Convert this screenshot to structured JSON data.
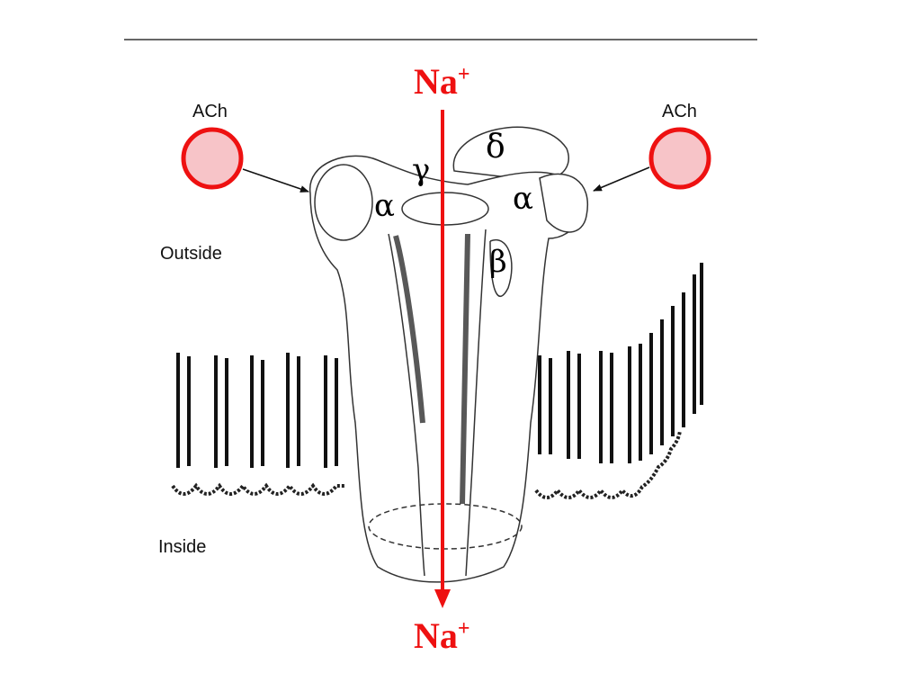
{
  "top_ion": {
    "symbol": "Na",
    "charge": "+"
  },
  "bottom_ion": {
    "symbol": "Na",
    "charge": "+"
  },
  "ligand_left": {
    "label": "ACh"
  },
  "ligand_right": {
    "label": "ACh"
  },
  "subunits": {
    "delta": "δ",
    "gamma": "γ",
    "alpha_left": "α",
    "alpha_right": "α",
    "beta": "β"
  },
  "regions": {
    "outside": "Outside",
    "inside": "Inside"
  },
  "colors": {
    "ion_arrow": "#ee1111",
    "ligand_fill": "#f7c4c8",
    "ligand_stroke": "#ee1111"
  }
}
